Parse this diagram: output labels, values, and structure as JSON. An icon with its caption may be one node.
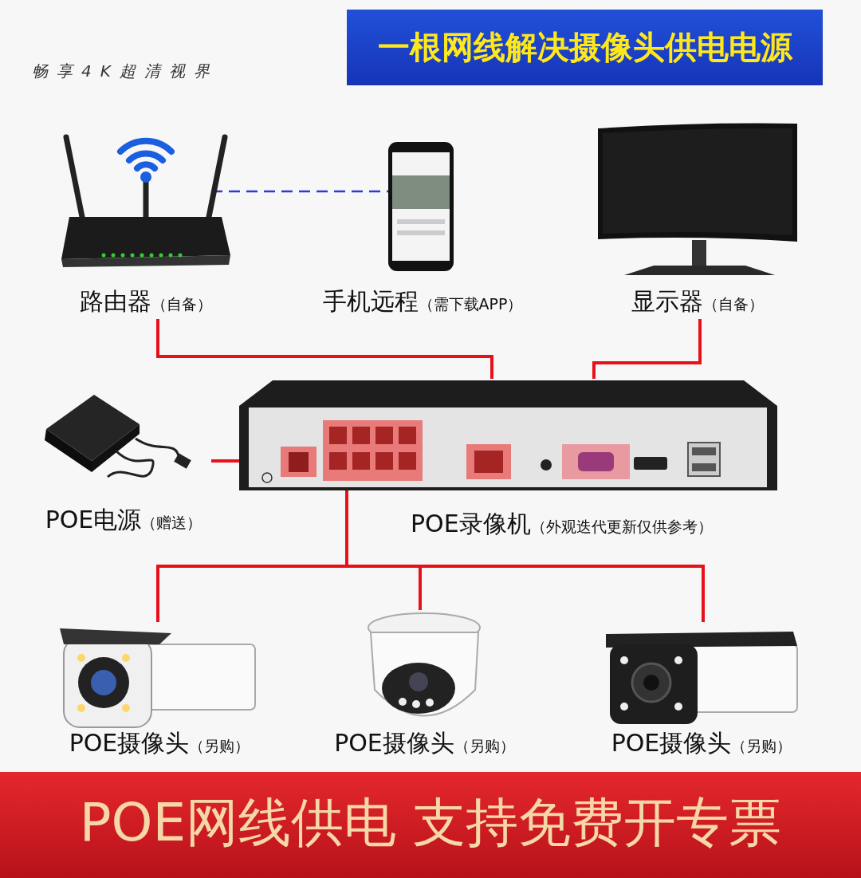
{
  "diagram": {
    "title": "一根网线解决摄像头供电电源",
    "nodes": [
      {
        "text": [
          "路由器",
          "（自备）"
        ]
      },
      {
        "text": [
          "手机远程",
          "（需下载APP）"
        ]
      },
      {
        "text": [
          "显示器",
          "（自备）"
        ]
      },
      {
        "text": [
          "POE电源",
          "（赠送）"
        ]
      },
      {
        "text": [
          "POE录像机",
          "（外观迭代更新仅供参考）"
        ]
      },
      {
        "text": [
          "POE摄像头",
          "（另购）"
        ]
      },
      {
        "text": [
          "POE摄像头",
          "（另购）"
        ]
      },
      {
        "text": [
          "POE摄像头",
          "（另购）"
        ]
      }
    ],
    "edges": [
      {
        "from": 0,
        "to": 1,
        "arrow": "none",
        "style": "dashed",
        "color": "#2b3bd9"
      },
      {
        "from": 0,
        "to": 4,
        "arrow": "none"
      },
      {
        "from": 2,
        "to": 4,
        "arrow": "none"
      },
      {
        "from": 3,
        "to": 4,
        "arrow": "none"
      },
      {
        "from": 4,
        "to": 5,
        "arrow": "none"
      },
      {
        "from": 4,
        "to": 6,
        "arrow": "none"
      },
      {
        "from": 4,
        "to": 7,
        "arrow": "none"
      }
    ],
    "labels": [
      "畅享4K超清视界",
      "POE网线供电 支持免费开专票"
    ]
  }
}
